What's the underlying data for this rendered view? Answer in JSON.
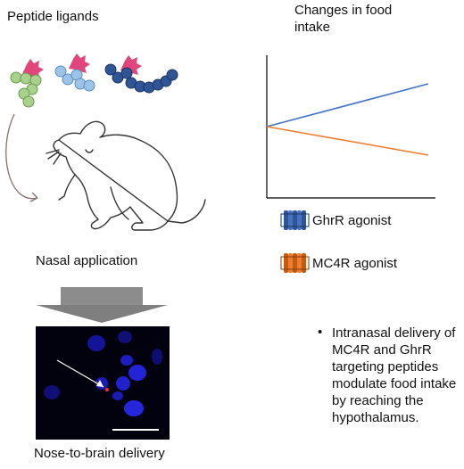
{
  "labels": {
    "peptide_ligands": "Peptide ligands",
    "chart_title": "Changes in food intake",
    "nasal_application": "Nasal application",
    "nose_to_brain": "Nose-to-brain delivery",
    "bullet_symbol": "•",
    "bullet_text": "Intranasal delivery of MC4R and GhrR targeting peptides modulate food intake by reaching the hypothalamus."
  },
  "legend": [
    {
      "name": "GhrR agonist",
      "color": "#4472c4"
    },
    {
      "name": "MC4R agonist",
      "color": "#ed7d31"
    }
  ],
  "colors": {
    "peptide_green": "#a9d18e",
    "peptide_lightblue": "#9dc3e6",
    "peptide_darkblue": "#2f5597",
    "tag_pink": "#e0457b",
    "arrow_gray": "#7f7f7f",
    "micrograph_bg": "#02020f",
    "nuclei_blue": "#2323d8"
  },
  "chart_data": {
    "type": "line",
    "title": "Changes in food intake",
    "xlabel": "",
    "ylabel": "",
    "x": [
      0,
      1
    ],
    "ylim": [
      0,
      10
    ],
    "series": [
      {
        "name": "GhrR agonist",
        "values": [
          5,
          8
        ]
      },
      {
        "name": "MC4R agonist",
        "values": [
          5,
          3
        ]
      }
    ]
  }
}
